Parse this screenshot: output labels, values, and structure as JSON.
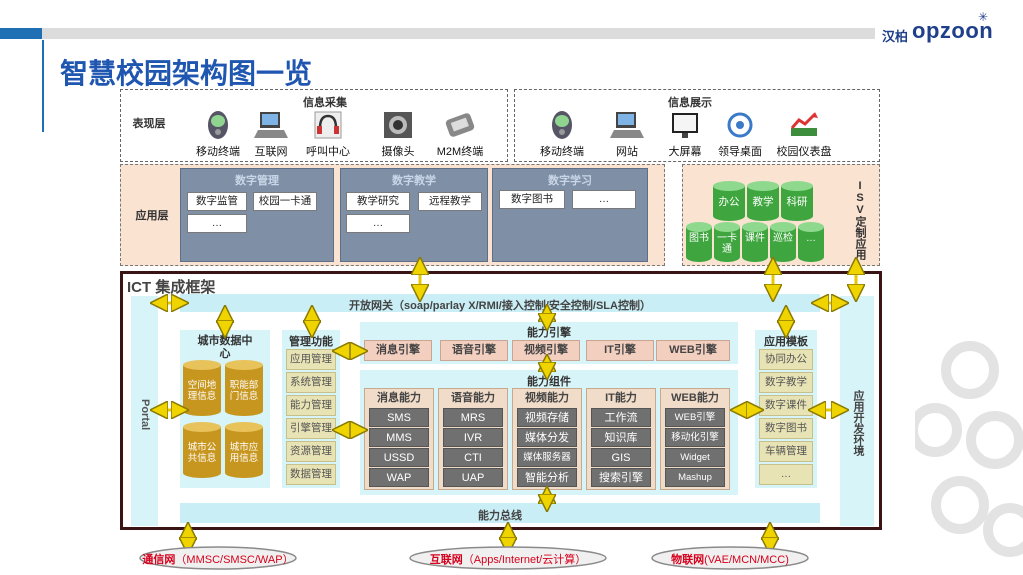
{
  "header": {
    "title": "智慧校园架构图一览",
    "logo_cn": "汉柏",
    "logo_en": "opzoon"
  },
  "presentation": {
    "layer_label": "表现层",
    "collect": {
      "title": "信息采集",
      "items": [
        {
          "label": "移动终端",
          "icon": "mobile-phone-icon"
        },
        {
          "label": "互联网",
          "icon": "computer-icon"
        },
        {
          "label": "呼叫中心",
          "icon": "headset-icon"
        },
        {
          "label": "摄像头",
          "icon": "camera-icon"
        },
        {
          "label": "M2M终端",
          "icon": "m2m-device-icon"
        }
      ]
    },
    "display": {
      "title": "信息展示",
      "items": [
        {
          "label": "移动终端",
          "icon": "mobile-phone-icon"
        },
        {
          "label": "网站",
          "icon": "computer-icon"
        },
        {
          "label": "大屏幕",
          "icon": "monitor-icon"
        },
        {
          "label": "领导桌面",
          "icon": "desktop-icon"
        },
        {
          "label": "校园仪表盘",
          "icon": "dashboard-icon"
        }
      ]
    }
  },
  "application": {
    "layer_label": "应用层",
    "groups": [
      {
        "title": "数字管理",
        "items": [
          "数字监管",
          "校园一卡通",
          "…"
        ]
      },
      {
        "title": "数字教学",
        "items": [
          "教学研究",
          "远程教学",
          "…"
        ]
      },
      {
        "title": "数字学习",
        "items": [
          "数字图书",
          "…"
        ]
      }
    ],
    "isv": {
      "label": "ISV定制应用",
      "top": [
        "办公",
        "教学",
        "科研"
      ],
      "bottom": [
        "图书",
        "一卡通",
        "课件",
        "巡检",
        "…"
      ]
    }
  },
  "ict": {
    "title": "ICT 集成框架",
    "portal": "Portal",
    "gateway": "开放网关（soap/parlay X/RMI/接入控制/安全控制/SLA控制）",
    "city_data": {
      "title": "城市数据中心",
      "items": [
        "空间地理信息",
        "职能部门信息",
        "城市公共信息",
        "城市应用信息"
      ]
    },
    "management": {
      "title": "管理功能",
      "items": [
        "应用管理",
        "系统管理",
        "能力管理",
        "引擎管理",
        "资源管理",
        "数据管理"
      ]
    },
    "engine": {
      "title": "能力引擎",
      "items": [
        "消息引擎",
        "语音引擎",
        "视频引擎",
        "IT引擎",
        "WEB引擎"
      ]
    },
    "components": {
      "title": "能力组件",
      "columns": [
        {
          "title": "消息能力",
          "items": [
            "SMS",
            "MMS",
            "USSD",
            "WAP"
          ]
        },
        {
          "title": "语音能力",
          "items": [
            "MRS",
            "IVR",
            "CTI",
            "UAP"
          ]
        },
        {
          "title": "视频能力",
          "items": [
            "视频存储",
            "媒体分发",
            "媒体服务器",
            "智能分析"
          ]
        },
        {
          "title": "IT能力",
          "items": [
            "工作流",
            "知识库",
            "GIS",
            "搜索引擎"
          ]
        },
        {
          "title": "WEB能力",
          "items": [
            "WEB引擎",
            "移动化引擎",
            "Widget",
            "Mashup"
          ]
        }
      ]
    },
    "bus": "能力总线",
    "templates": {
      "title": "应用模板",
      "items": [
        "协同办公",
        "数字教学",
        "数字课件",
        "数字图书",
        "车辆管理",
        "…"
      ]
    },
    "dev_env": "应用开发环境"
  },
  "networks": [
    {
      "name": "通信网",
      "detail": "（MMSC/SMSC/WAP）"
    },
    {
      "name": "互联网",
      "detail": "（Apps/Internet/云计算）"
    },
    {
      "name": "物联网",
      "detail": "(VAE/MCN/MCC)"
    }
  ],
  "colors": {
    "title_blue": "#1f56b0",
    "ict_border": "#3a1414",
    "cyan_panel": "#d7f4f8",
    "peach": "#fbe3d2",
    "slate": "#7f8fa6",
    "green_cyl": "#5cb85c",
    "gold_cyl": "#d4a72c",
    "network_red": "#d6001c"
  }
}
